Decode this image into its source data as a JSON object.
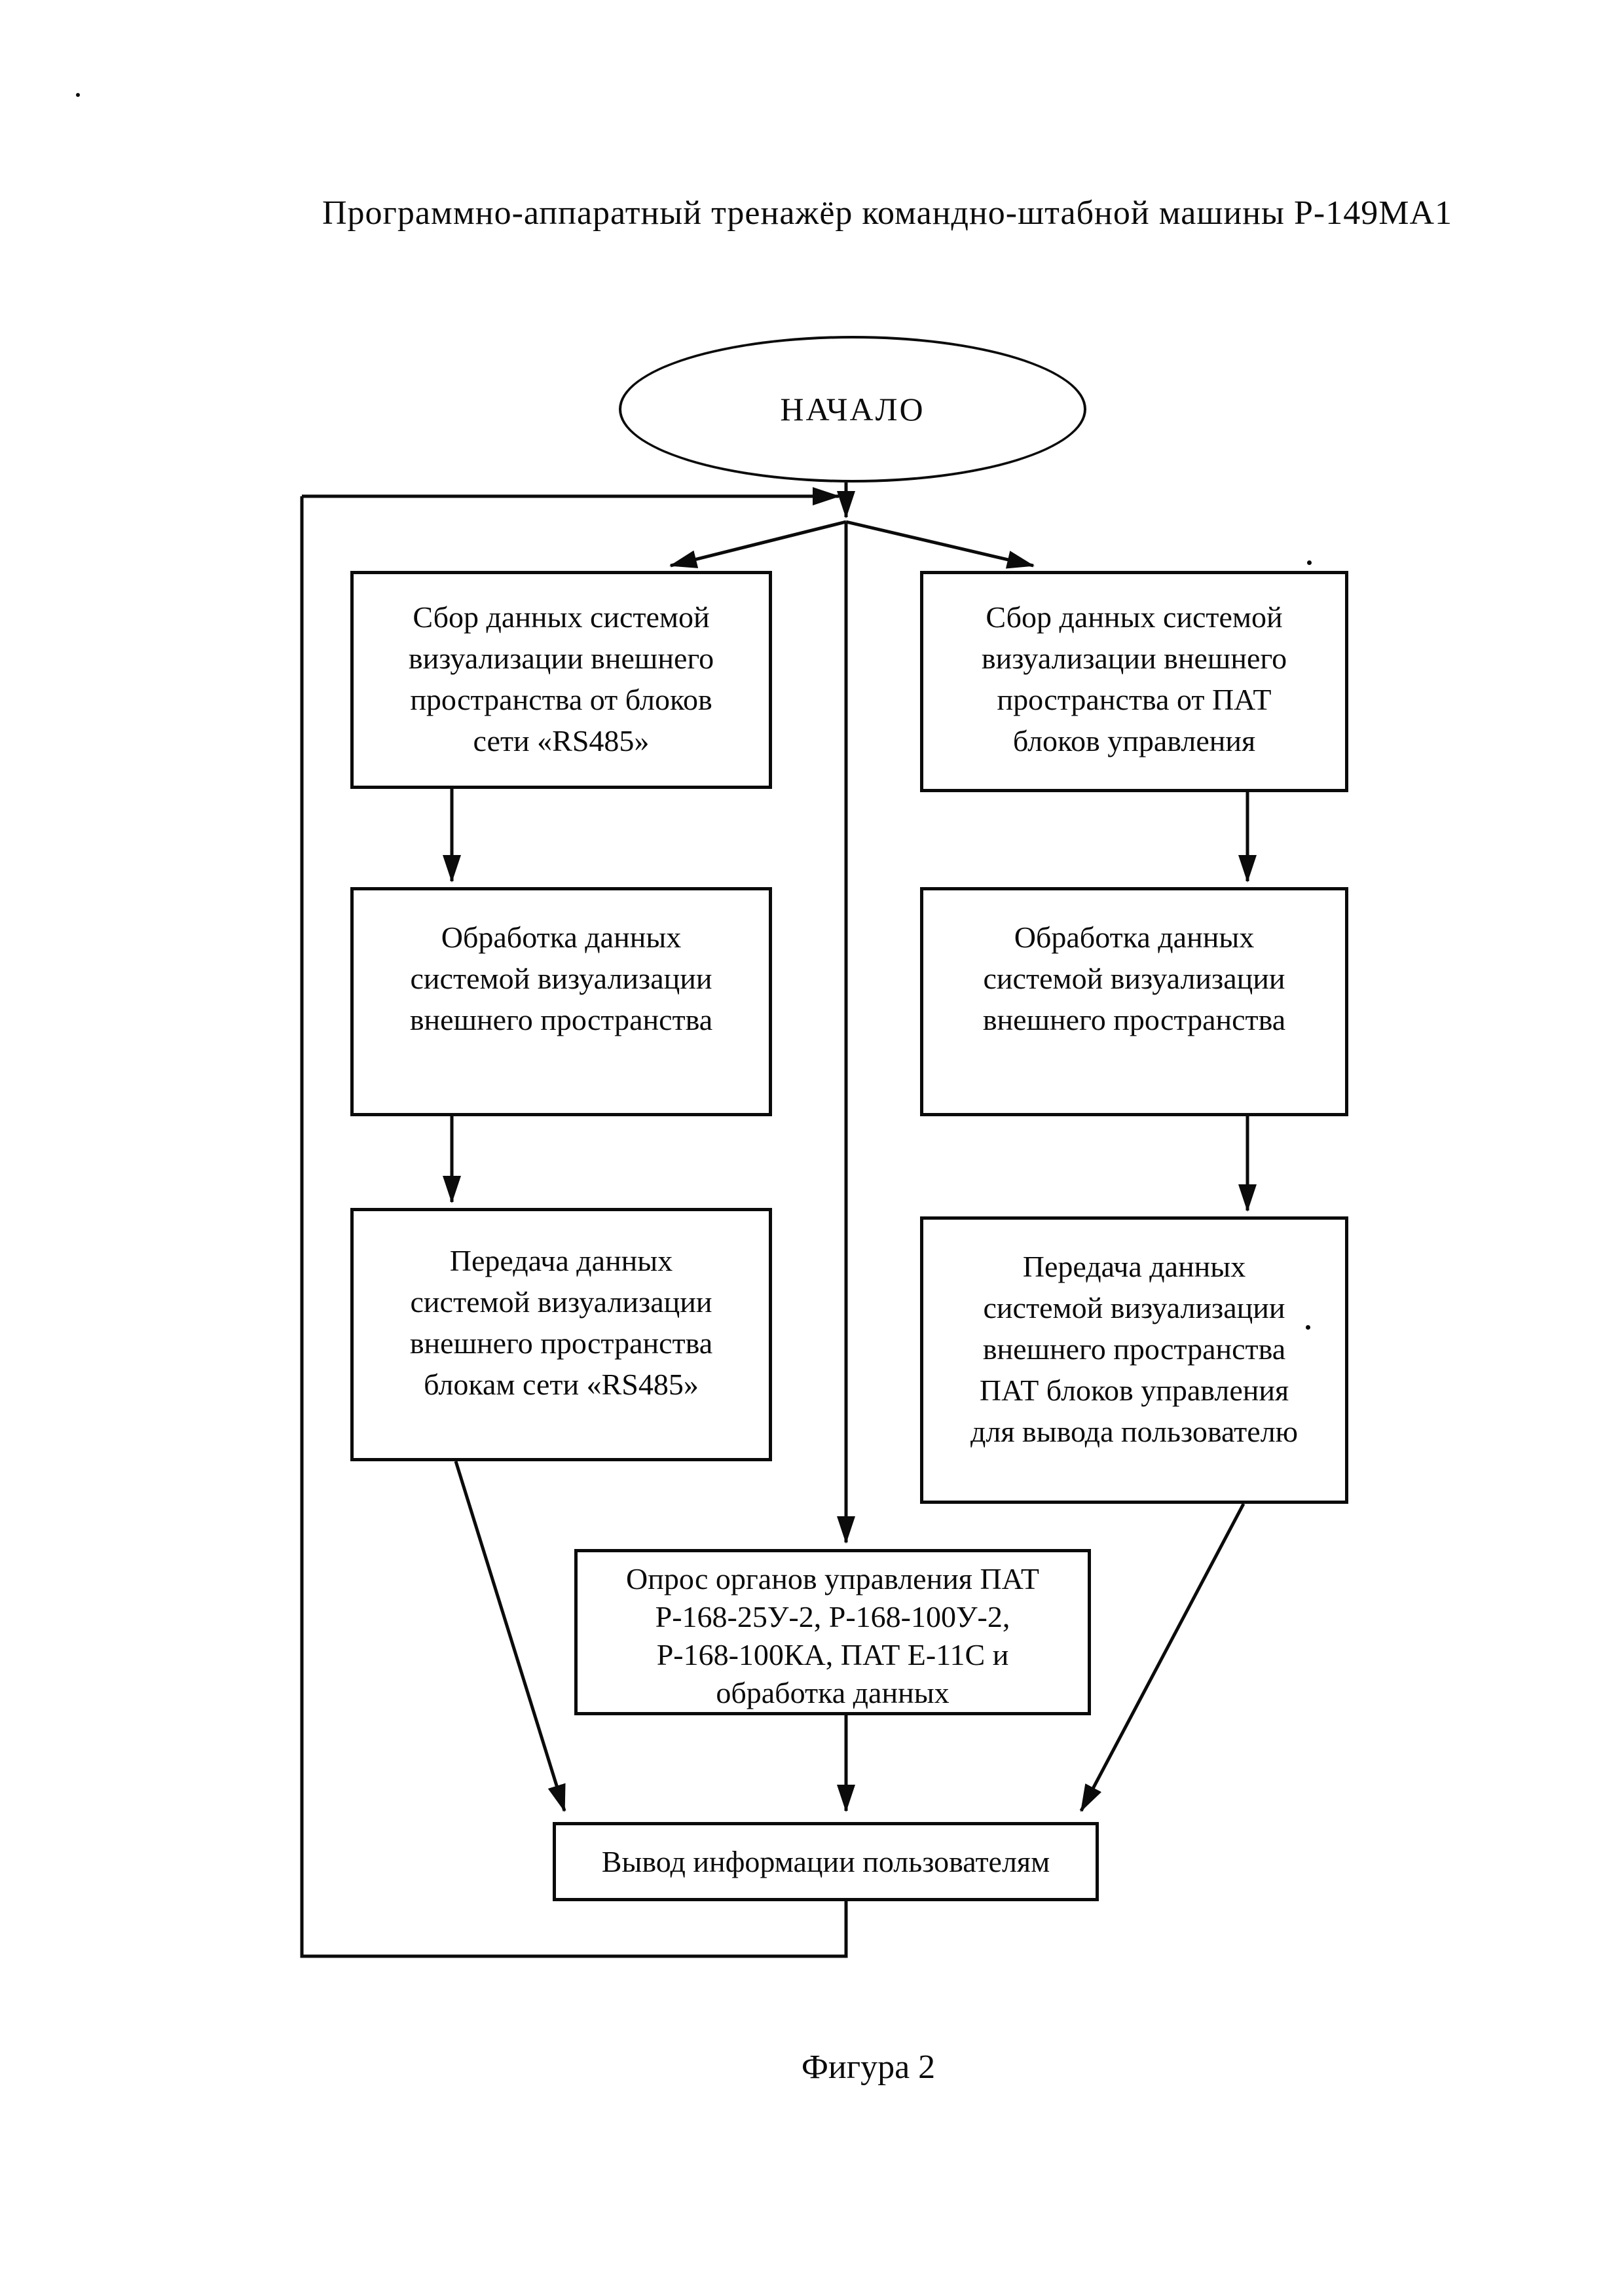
{
  "page": {
    "title": "Программно-аппаратный тренажёр командно-штабной машины Р-149МА1",
    "caption": "Фигура 2",
    "background_color": "#ffffff",
    "ink_color": "#0b0b0b"
  },
  "flowchart": {
    "start_label": "НАЧАЛО",
    "left_column": [
      {
        "id": "collect-rs485",
        "text": "Сбор данных системой\nвизуализации внешнего\nпространства от блоков\nсети «RS485»"
      },
      {
        "id": "process-svs-left",
        "text": "Обработка данных\nсистемой визуализации\nвнешнего пространства"
      },
      {
        "id": "transmit-rs485",
        "text": "Передача данных\nсистемой визуализации\nвнешнего пространства\nблокам сети «RS485»"
      }
    ],
    "right_column": [
      {
        "id": "collect-pat",
        "text": "Сбор данных системой\nвизуализации внешнего\nпространства от ПАТ\nблоков управления"
      },
      {
        "id": "process-svs-right",
        "text": "Обработка данных\nсистемой визуализации\nвнешнего пространства"
      },
      {
        "id": "transmit-pat",
        "text": "Передача данных\nсистемой визуализации\nвнешнего пространства\nПАТ блоков управления\nдля вывода пользователю"
      }
    ],
    "center_box": {
      "id": "poll-controls",
      "text": "Опрос органов управления ПАТ\nР-168-25У-2, Р-168-100У-2,\nР-168-100КА, ПАТ Е-11С и\nобработка данных"
    },
    "output_box": {
      "id": "output-info",
      "text": "Вывод информации пользователям"
    }
  }
}
